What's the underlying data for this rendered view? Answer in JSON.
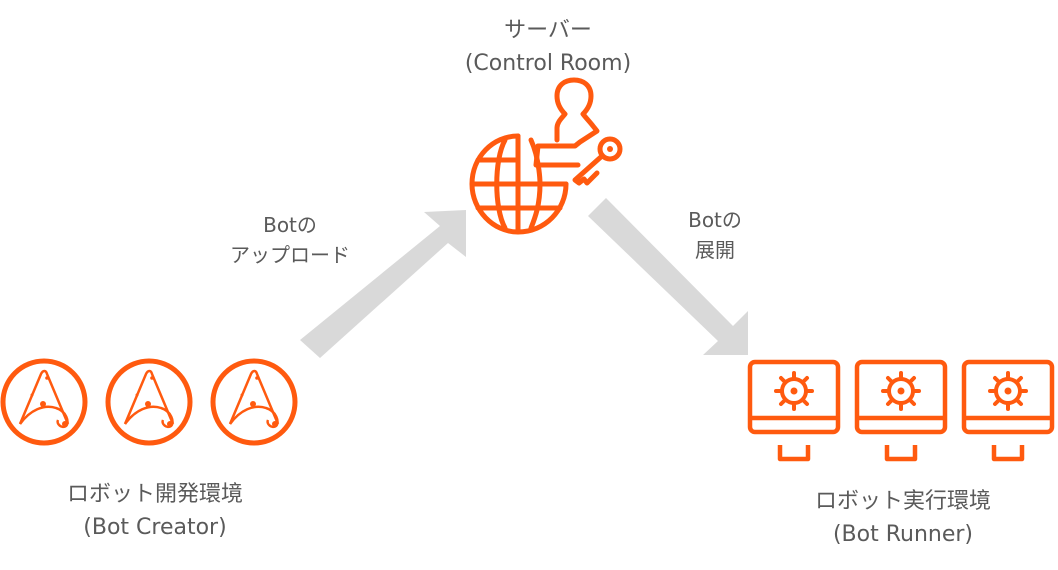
{
  "colors": {
    "accent": "#FF5A0F",
    "arrow": "#D9D9D9",
    "text": "#5A5A5A"
  },
  "server": {
    "title_line1": "サーバー",
    "title_line2": "(Control Room)",
    "icon": "globe-user-key-icon"
  },
  "creator": {
    "title_line1": "ロボット開発環境",
    "title_line2": "(Bot Creator)",
    "icon": "automation-anywhere-logo-icon",
    "count": 3
  },
  "runner": {
    "title_line1": "ロボット実行環境",
    "title_line2": "(Bot Runner)",
    "icon": "monitor-gear-icon",
    "count": 3
  },
  "arrows": {
    "upload": {
      "line1": "Botの",
      "line2": "アップロード"
    },
    "deploy": {
      "line1": "Botの",
      "line2": "展開"
    }
  }
}
